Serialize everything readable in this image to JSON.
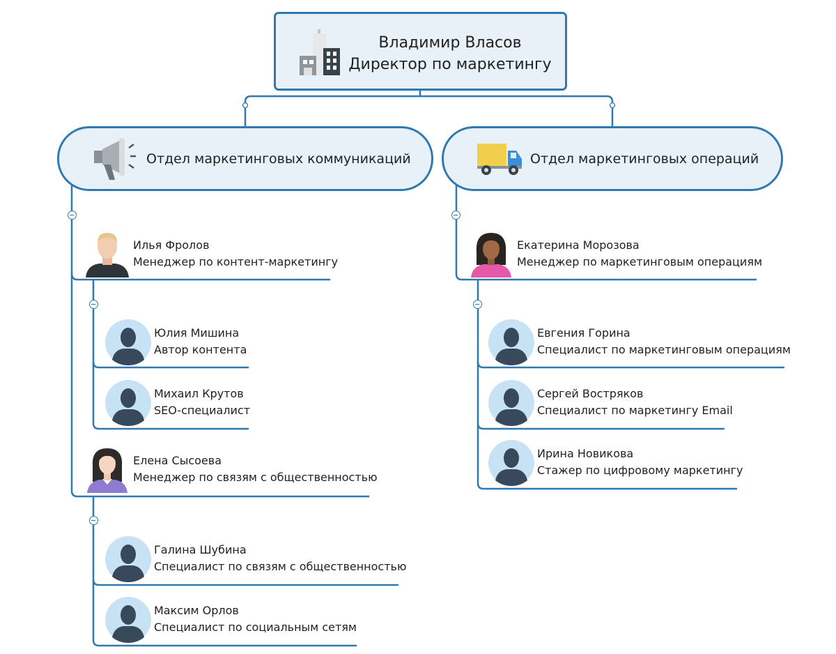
{
  "root": {
    "name": "Владимир Власов",
    "title": "Директор по маркетингу",
    "icon": "office-buildings-icon"
  },
  "departments": [
    {
      "label": "Отдел маркетинговых коммуникаций",
      "icon": "megaphone-icon"
    },
    {
      "label": "Отдел маркетинговых операций",
      "icon": "delivery-truck-icon"
    }
  ],
  "people": {
    "frolov": {
      "name": "Илья Фролов",
      "role": "Менеджер по контент-маркетингу"
    },
    "mishina": {
      "name": "Юлия Мишина",
      "role": "Автор контента"
    },
    "krutov": {
      "name": "Михаил Крутов",
      "role": "SEO-специалист"
    },
    "sysoeva": {
      "name": "Елена Сысоева",
      "role": "Менеджер по связям с общественностью"
    },
    "shubina": {
      "name": "Галина Шубина",
      "role": "Специалист по связям с общественностью"
    },
    "orlov": {
      "name": "Максим Орлов",
      "role": "Специалист по социальным сетям"
    },
    "morozova": {
      "name": "Екатерина Морозова",
      "role": "Менеджер по маркетинговым операциям"
    },
    "gorina": {
      "name": "Евгения Горина",
      "role": "Специалист по маркетинговым операциям"
    },
    "vostryakov": {
      "name": "Сергей Востряков",
      "role": "Специалист по маркетингу Email"
    },
    "novikova": {
      "name": "Ирина Новикова",
      "role": "Стажер по цифровому маркетингу"
    }
  },
  "colors": {
    "line": "#2f79b0",
    "box_fill": "#e9f1f8"
  }
}
